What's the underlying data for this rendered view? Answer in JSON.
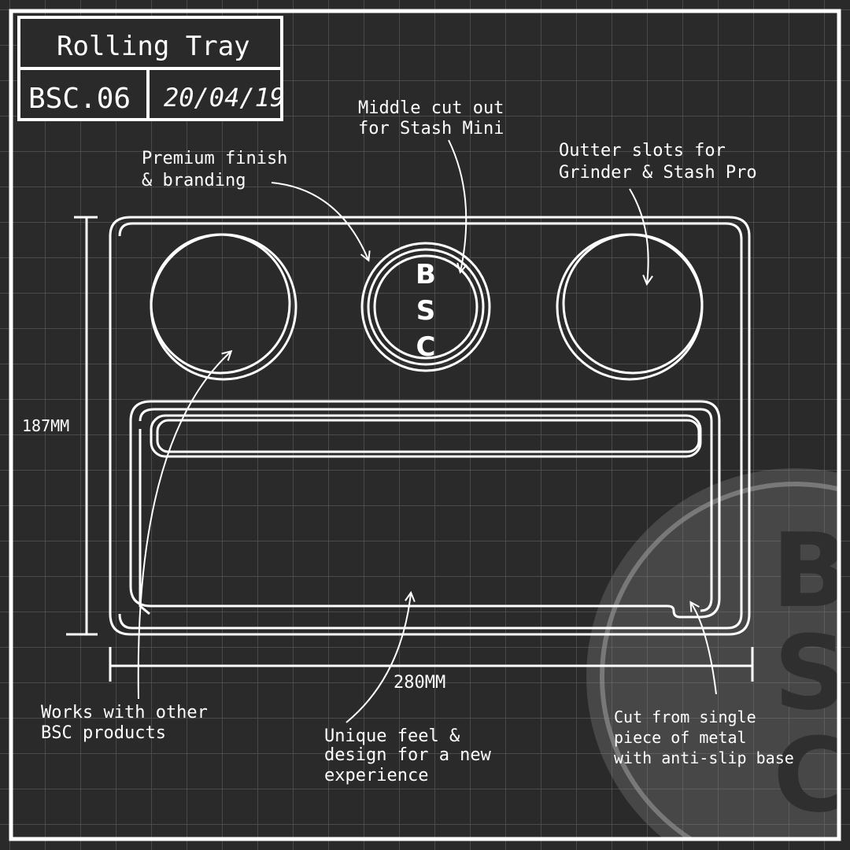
{
  "title_block": {
    "title": "Rolling Tray",
    "code": "BSC.06",
    "date": "20/04/19"
  },
  "dimensions": {
    "height": "187MM",
    "width": "280MM"
  },
  "annotations": {
    "middle_cutout": [
      "Middle cut out",
      "for Stash Mini"
    ],
    "premium_finish": [
      "Premium finish",
      "& branding"
    ],
    "outer_slots": [
      "Outter slots for",
      "Grinder & Stash Pro"
    ],
    "works_with": [
      "Works with other",
      "BSC products"
    ],
    "unique_feel": [
      "Unique feel &",
      "design for a new",
      "experience"
    ],
    "single_piece": [
      "Cut from single",
      "piece of metal",
      "with anti-slip base"
    ]
  },
  "branding": {
    "center_logo": [
      "B",
      "S",
      "C"
    ],
    "watermark": [
      "B",
      "S",
      "C"
    ]
  },
  "colors": {
    "background": "#2a2a2a",
    "grid": "#555555",
    "line": "#ffffff",
    "watermark": "#8a8a8a"
  }
}
